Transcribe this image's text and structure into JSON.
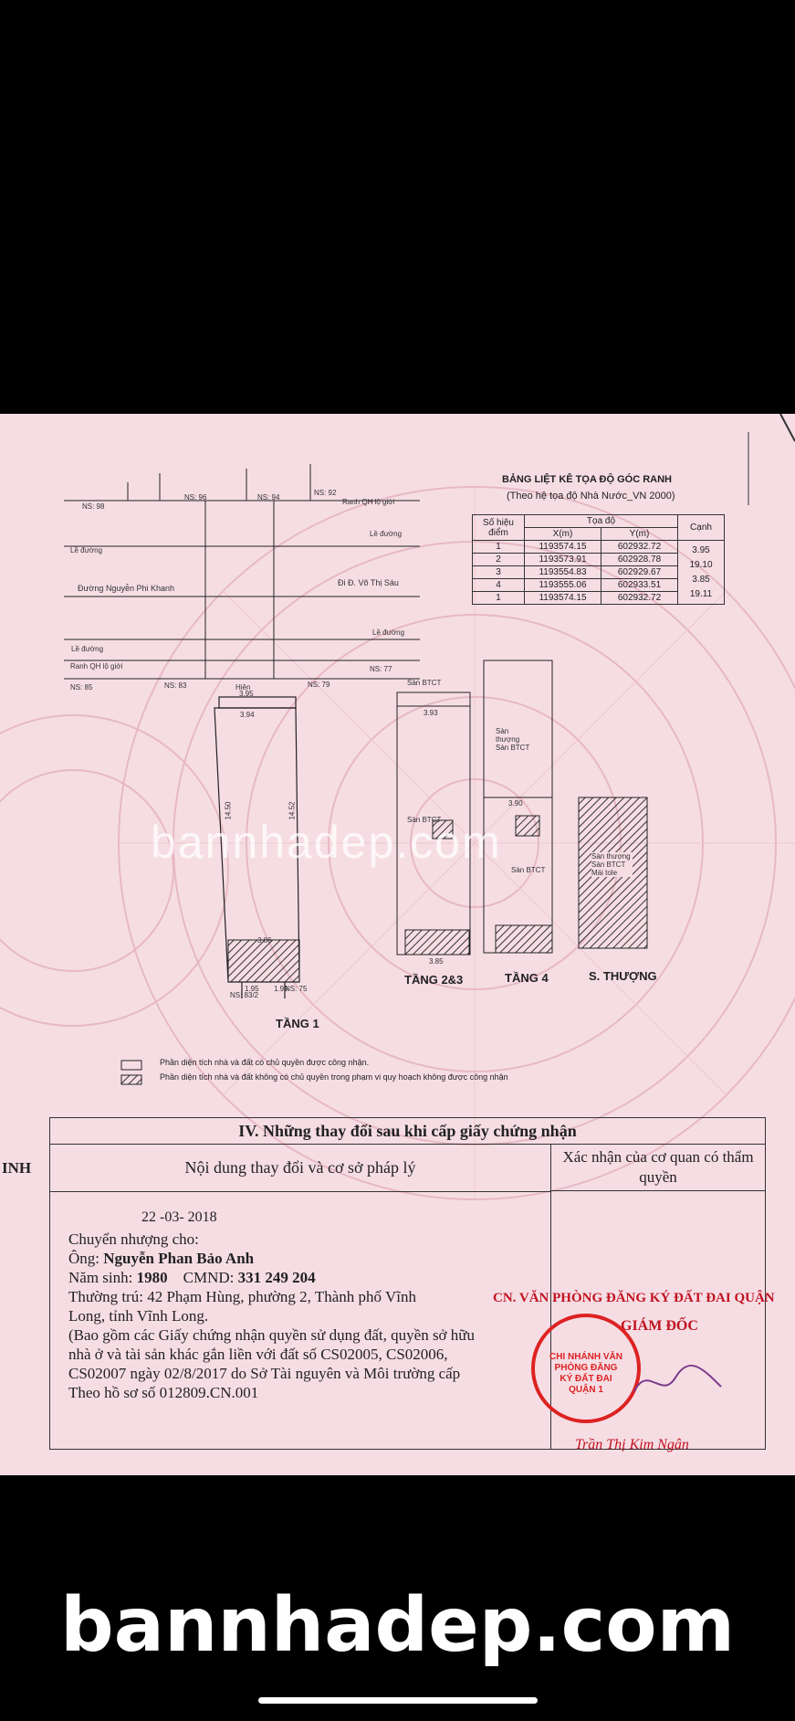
{
  "table_title": "BẢNG LIỆT KÊ TỌA ĐỘ GÓC RANH",
  "table_subtitle": "(Theo hệ tọa độ Nhà Nước_VN 2000)",
  "table_headers": {
    "point": "Số hiệu điểm",
    "coord": "Tọa độ",
    "x": "X(m)",
    "y": "Y(m)",
    "edge": "Cạnh"
  },
  "coordinates": [
    {
      "pt": "1",
      "x": "1193574.15",
      "y": "602932.72"
    },
    {
      "pt": "2",
      "x": "1193573.91",
      "y": "602928.78"
    },
    {
      "pt": "3",
      "x": "1193554.83",
      "y": "602929.67"
    },
    {
      "pt": "4",
      "x": "1193555.06",
      "y": "602933.51"
    },
    {
      "pt": "1",
      "x": "1193574.15",
      "y": "602932.72"
    }
  ],
  "edges": [
    "3.95",
    "19.10",
    "3.85",
    "19.11"
  ],
  "map_labels": {
    "ns98": "NS: 98",
    "ns96": "NS: 96",
    "ns94": "NS: 94",
    "ns92": "NS: 92",
    "ranh_top": "Ranh QH lộ giới",
    "le_duong_top": "Lề đường",
    "le_duong_left": "Lề đường",
    "street": "Đường Nguyễn Phi Khanh",
    "to_street": "Đi Đ. Võ Thị Sáu",
    "le_duong_mid": "Lề đường",
    "le_duong_mid_left": "Lề đường",
    "ranh_bottom": "Ranh QH lộ giới",
    "ns85": "NS: 85",
    "ns83": "NS: 83",
    "ns79": "NS: 79",
    "ns77": "NS: 77",
    "ns83_2": "NS: 83/2",
    "ns75": "NS: 75",
    "hien": "Hiên",
    "san_btct": "Sàn BTCT",
    "san_thuong": "Sàn thượng Sàn BTCT",
    "mai_ton": "Sàn thượng Sàn BTCT Mái tole"
  },
  "dims": [
    "3.95",
    "3.94",
    "3.93",
    "3.90",
    "3.86",
    "3.85",
    "14.50",
    "14.52",
    "1.95",
    "1.99"
  ],
  "floor_labels": {
    "f1": "TẦNG 1",
    "f23": "TẦNG 2&3",
    "f4": "TẦNG 4",
    "roof": "S. THƯỢNG"
  },
  "legend": {
    "item1": "Phần diện tích nhà và đất có chủ quyền được công nhận.",
    "item2": "Phần diện tích nhà và đất không có chủ quyền trong phạm vi quy hoạch không được công nhận"
  },
  "section": {
    "title": "IV. Những thay đổi sau khi cấp giấy chứng nhận",
    "left_edge": "INH",
    "col1": "Nội dung thay đổi và cơ sở pháp lý",
    "col2": "Xác nhận của cơ quan có thẩm quyền",
    "date": "22 -03- 2018",
    "line1": "Chuyển nhượng cho:",
    "line2_label": "Ông:",
    "line2_name": "Nguyễn Phan Bảo Anh",
    "line3_label": "Năm sinh:",
    "line3_year": "1980",
    "line3_id_label": "CMND:",
    "line3_id": "331 249 204",
    "line4": "Thường trú: 42 Phạm Hùng, phường 2, Thành phố Vĩnh",
    "line5": "Long, tỉnh Vĩnh Long.",
    "line6": "(Bao gồm các Giấy chứng nhận quyền sử dụng đất, quyền sở hữu",
    "line7": "nhà ở và tài sản khác gắn liền với đất số CS02005, CS02006,",
    "line8": "CS02007 ngày 02/8/2017 do Sở Tài nguyên và Môi trường cấp",
    "line9": "Theo hồ sơ số 012809.CN.001",
    "office": "CN. VĂN PHÒNG ĐĂNG KÝ ĐẤT ĐAI QUẬN",
    "director": "GIÁM ĐỐC",
    "signer": "Trần Thị Kim Ngân",
    "stamp_text": "CHI NHÁNH VĂN PHÒNG ĐĂNG KÝ ĐẤT ĐAI QUẬN 1"
  },
  "watermark_mid": "bannhadep.com",
  "watermark_bottom": "bannhadep.com",
  "colors": {
    "paper": "#f6dde4",
    "stamp": "#d22",
    "ink": "#222"
  }
}
